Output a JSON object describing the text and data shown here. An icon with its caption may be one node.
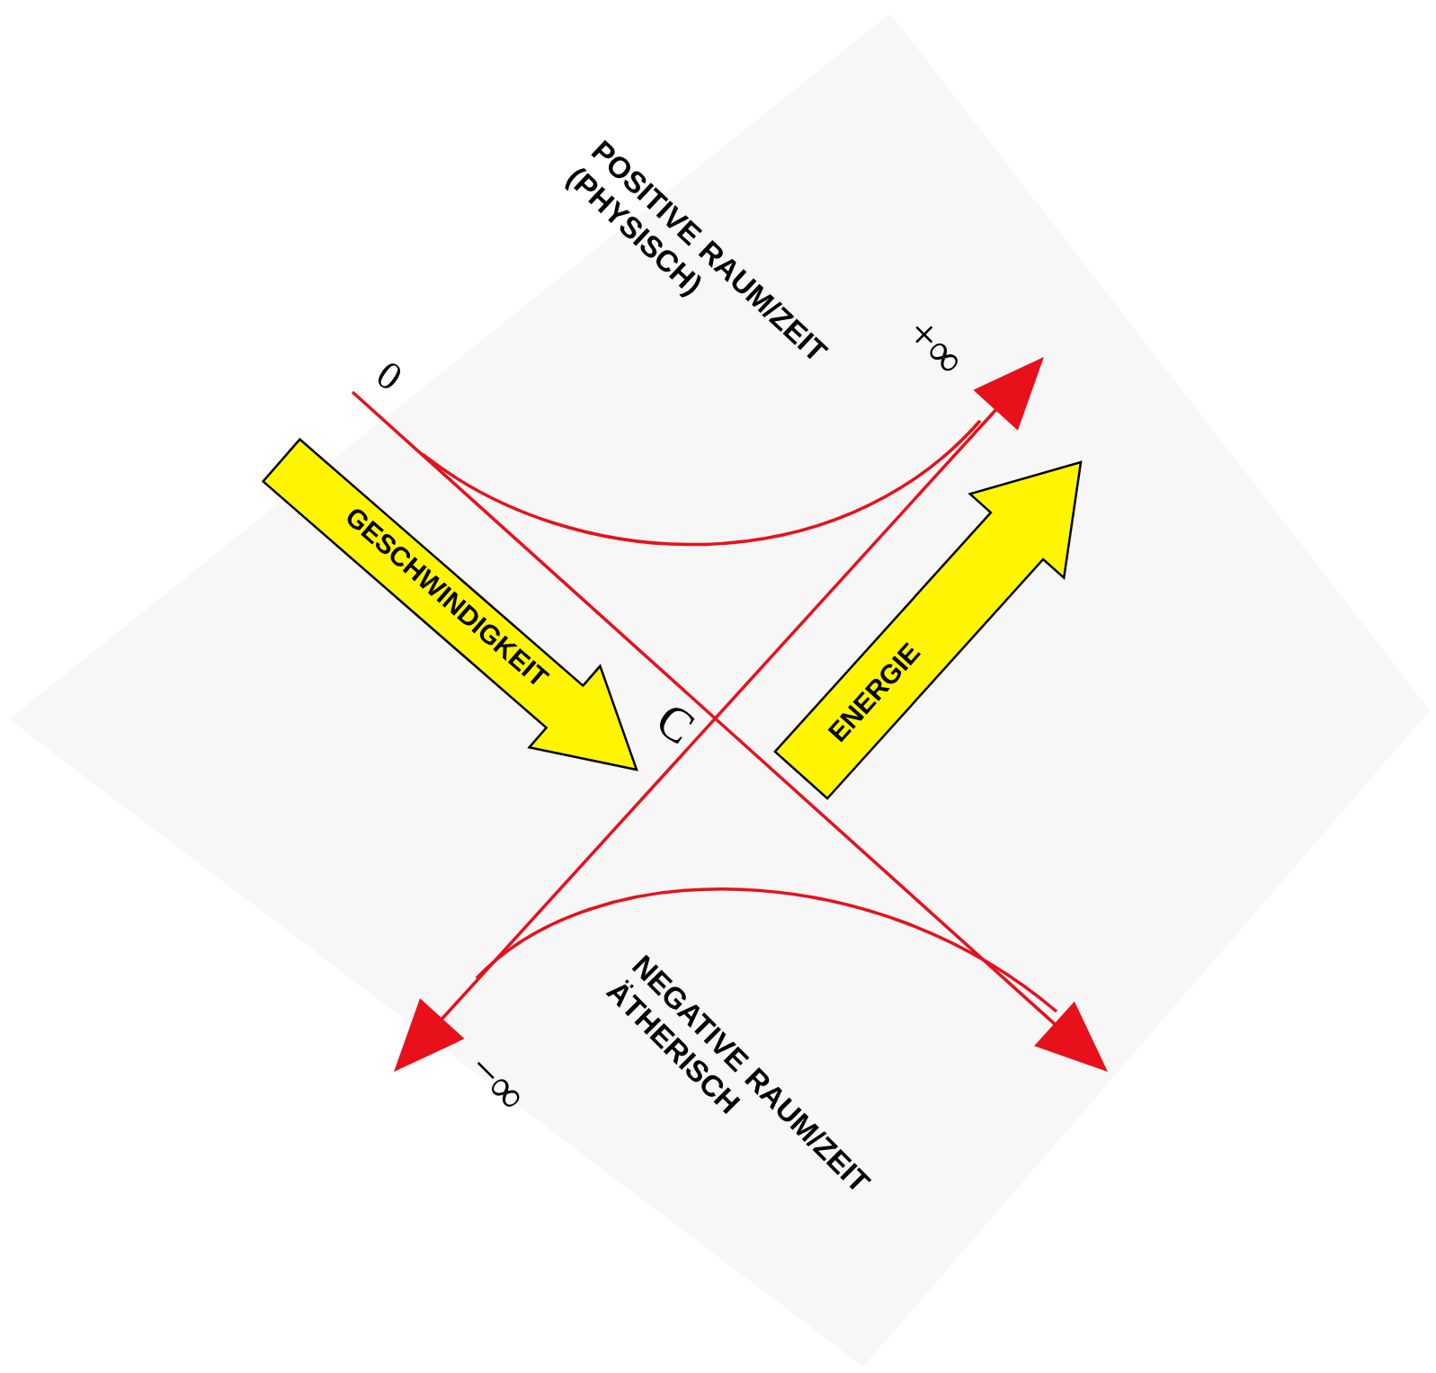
{
  "diagram": {
    "nodes": [
      {
        "text": [
          "GESCHWINDIGKEIT"
        ]
      },
      {
        "text": [
          "ENERGIE"
        ]
      }
    ],
    "labels": [
      "POSITIVE RAUM/ZEIT (PHYSISCH)",
      "0",
      "+∞",
      "C",
      "−∞",
      "NEGATIVE RAUM/ZEIT ÄTHERISCH"
    ]
  }
}
